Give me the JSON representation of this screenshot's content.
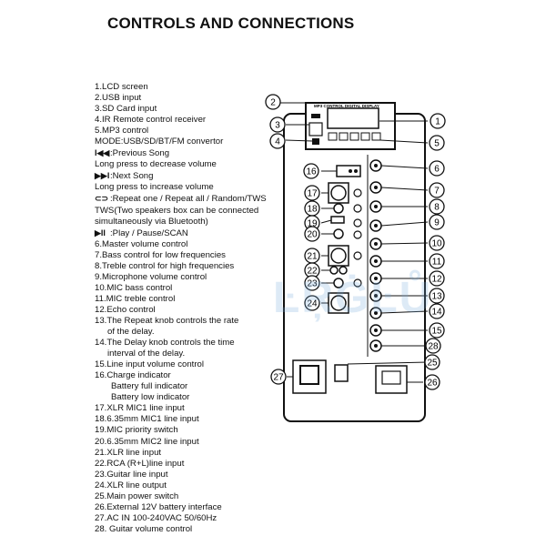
{
  "title": "CONTROLS AND CONNECTIONS",
  "items": [
    "1.LCD screen",
    "2.USB  input",
    "3.SD Card input",
    "4.IR Remote control receiver",
    "5.MP3 control",
    "MODE:USB/SD/BT/FM convertor",
    ":Previous Song",
    "Long press to decrease volume",
    ":Next Song",
    "Long press to increase volume",
    ":Repeat one / Repeat all / Random/TWS",
    "TWS(Two speakers box can be connected",
    "simultaneously via Bluetooth)",
    ":Play / Pause/SCAN",
    "6.Master volume control",
    "7.Bass control for low frequencies",
    "8.Treble control for high frequencies",
    "9.Microphone volume control",
    "10.MIC bass control",
    "11.MIC  treble control",
    "12.Echo control",
    "13.The Repeat knob controls the rate",
    "of the delay.",
    "14.The Delay knob controls the time",
    "interval of the delay.",
    "15.Line input volume control",
    "16.Charge indicator",
    "Battery full indicator",
    "Battery low indicator",
    "17.XLR MIC1 line input",
    "18.6.35mm MIC1 line input",
    "19.MIC priority switch",
    "20.6.35mm MIC2 line input",
    "21.XLR line input",
    "22.RCA (R+L)line input",
    "23.Guitar line input",
    "24.XLR line output",
    "25.Main power switch",
    "26.External 12V battery interface",
    "27.AC IN 100-240VAC 50/60Hz",
    "28. Guitar volume control"
  ],
  "diagram": {
    "module_label": "MP3 CONTROL DIGITAL DISPLAY",
    "callouts": [
      "1",
      "2",
      "3",
      "4",
      "5",
      "6",
      "7",
      "8",
      "9",
      "10",
      "11",
      "12",
      "13",
      "14",
      "15",
      "16",
      "17",
      "18",
      "19",
      "20",
      "21",
      "22",
      "23",
      "24",
      "25",
      "26",
      "27",
      "28"
    ]
  },
  "watermark": "ĿŖĠĿŮ"
}
